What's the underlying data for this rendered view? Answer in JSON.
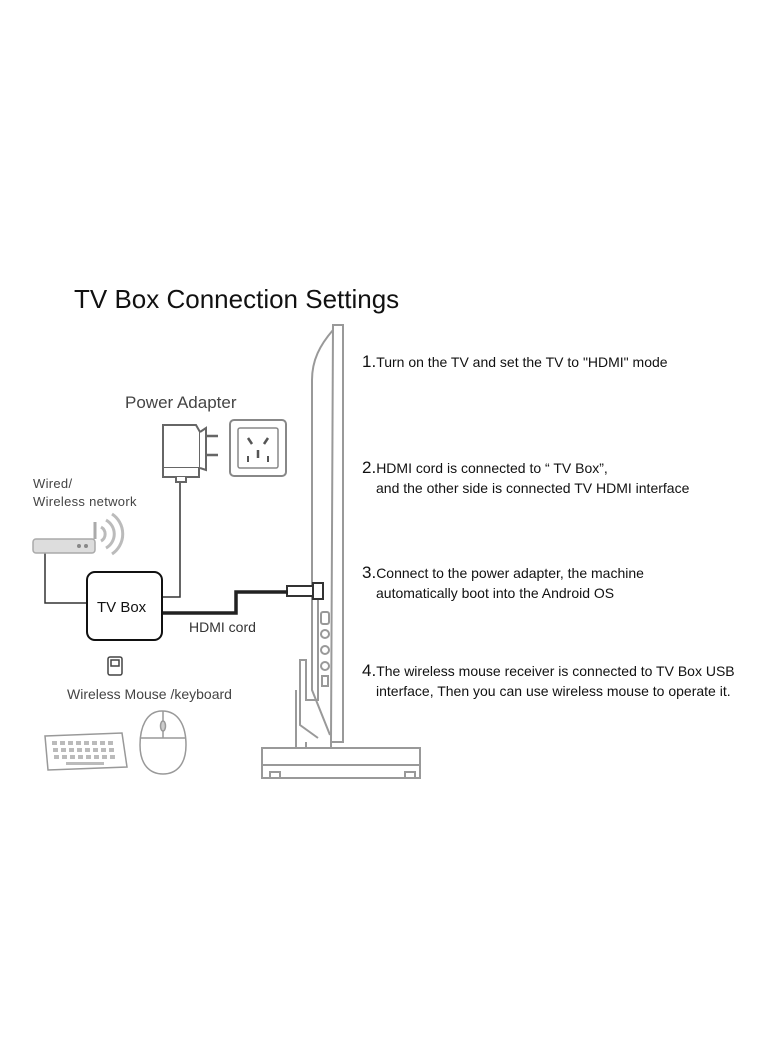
{
  "title": "TV Box Connection Settings",
  "labels": {
    "power_adapter": "Power Adapter",
    "network_line1": "Wired/",
    "network_line2": "Wireless network",
    "tv_box": "TV Box",
    "hdmi_cord": "HDMI cord",
    "mouse_keyboard": "Wireless Mouse /keyboard"
  },
  "steps": [
    {
      "num": "1.",
      "lines": [
        "Turn on the TV and set the TV to \"HDMI\" mode"
      ]
    },
    {
      "num": "2.",
      "lines": [
        "HDMI cord is connected to “ TV Box”,",
        "and the other side is connected TV HDMI interface"
      ]
    },
    {
      "num": "3.",
      "lines": [
        "Connect to the power adapter, the machine",
        "automatically boot into the Android OS"
      ]
    },
    {
      "num": "4.",
      "lines": [
        "The wireless mouse receiver is connected to TV  Box USB",
        "interface, Then you can use wireless mouse to operate it."
      ]
    }
  ],
  "icons": [
    "power-adapter-icon",
    "wall-socket-icon",
    "router-icon",
    "tv-box-icon",
    "usb-receiver-icon",
    "keyboard-icon",
    "mouse-icon",
    "tv-side-view-icon"
  ]
}
